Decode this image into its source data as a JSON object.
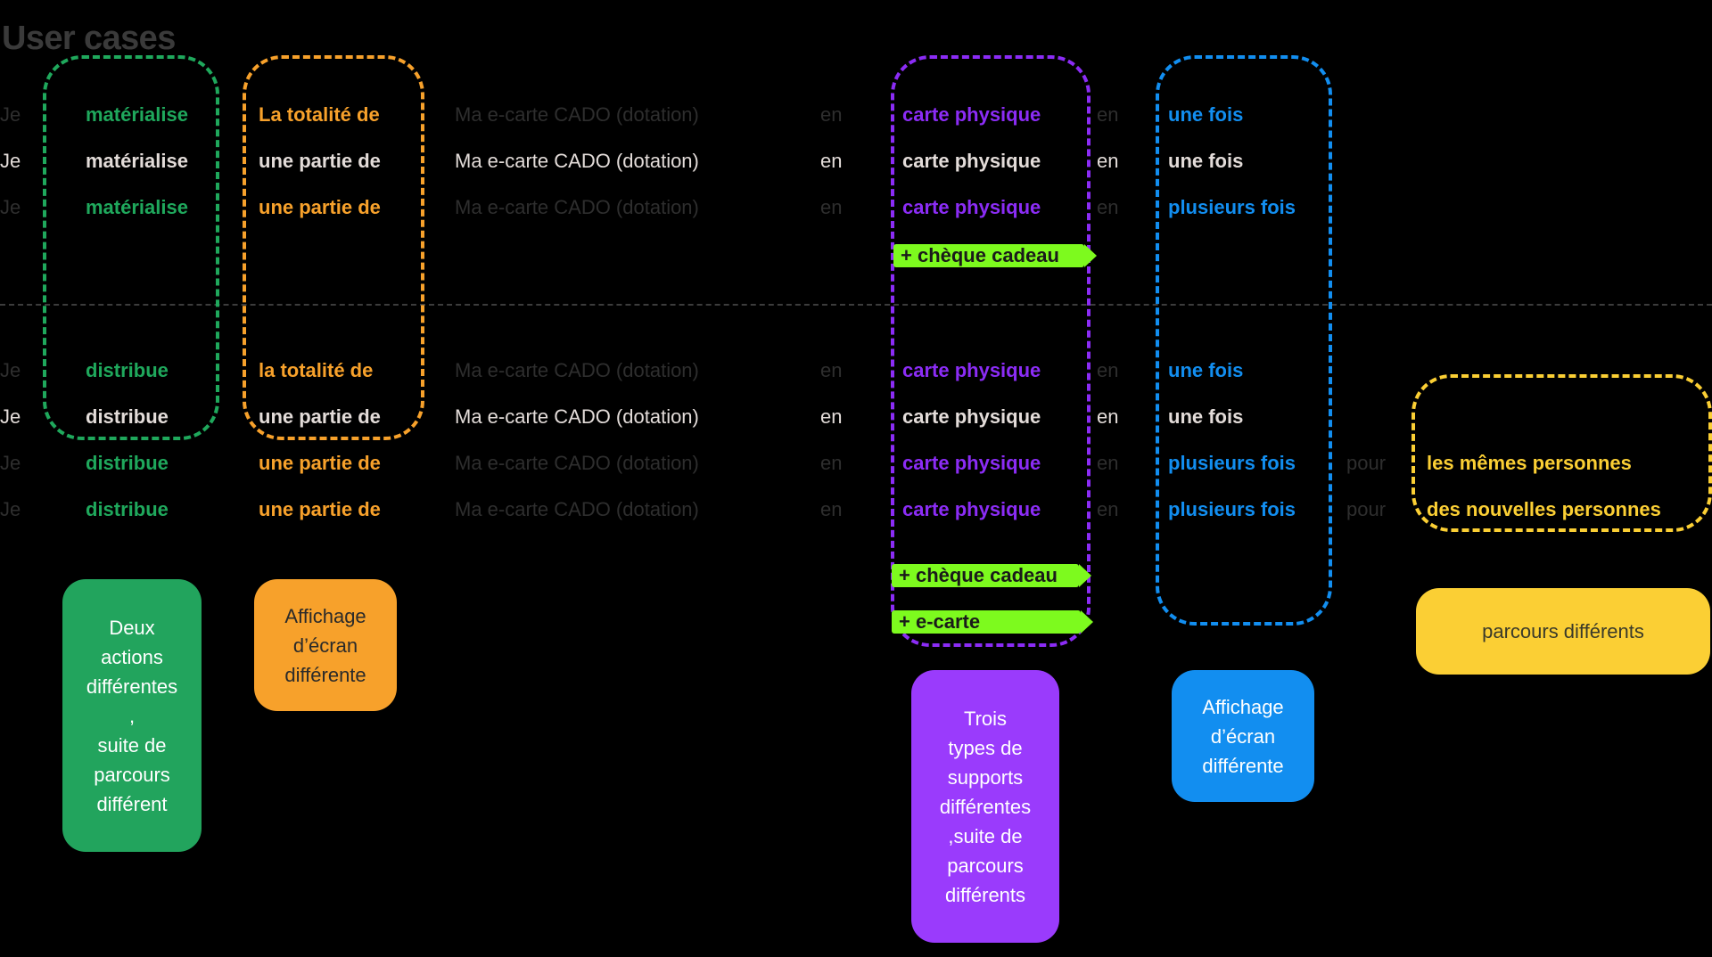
{
  "page": {
    "title": "User cases",
    "background": "#000000"
  },
  "colors": {
    "green": "#1fa85c",
    "orange": "#f7a12b",
    "purple": "#8b2cf5",
    "blue": "#128ef0",
    "yellow": "#fbcf34",
    "marker_green": "#7dfa1e",
    "text_dim": "#2e2e2e",
    "text_active": "#e3dcd9",
    "divider": "#3c3c3c"
  },
  "rows": [
    {
      "id": "row-1",
      "state": "dim",
      "subject": "Je",
      "action": "matérialise",
      "quantity": "La totalité de",
      "object": "Ma e-carte CADO (dotation)",
      "prep1": "en",
      "support": "carte physique",
      "prep2": "en",
      "frequency": "une fois",
      "prep3": "",
      "audience": ""
    },
    {
      "id": "row-2",
      "state": "active",
      "subject": "Je",
      "action": "matérialise",
      "quantity": "une partie de",
      "object": "Ma e-carte CADO (dotation)",
      "prep1": "en",
      "support": "carte physique",
      "prep2": "en",
      "frequency": "une fois",
      "prep3": "",
      "audience": ""
    },
    {
      "id": "row-3",
      "state": "dim",
      "subject": "Je",
      "action": "matérialise",
      "quantity": "une partie de",
      "object": "Ma e-carte CADO (dotation)",
      "prep1": "en",
      "support": "carte physique",
      "prep2": "en",
      "frequency": "plusieurs fois",
      "prep3": "",
      "audience": ""
    },
    {
      "id": "row-4",
      "state": "dim",
      "subject": "Je",
      "action": "distribue",
      "quantity": "la totalité de",
      "object": "Ma e-carte CADO (dotation)",
      "prep1": "en",
      "support": "carte physique",
      "prep2": "en",
      "frequency": "une fois",
      "prep3": "",
      "audience": ""
    },
    {
      "id": "row-5",
      "state": "active",
      "subject": "Je",
      "action": "distribue",
      "quantity": "une partie de",
      "object": "Ma e-carte CADO (dotation)",
      "prep1": "en",
      "support": "carte physique",
      "prep2": "en",
      "frequency": "une fois",
      "prep3": "",
      "audience": ""
    },
    {
      "id": "row-6",
      "state": "dim",
      "subject": "Je",
      "action": "distribue",
      "quantity": "une partie de",
      "object": "Ma e-carte CADO (dotation)",
      "prep1": "en",
      "support": "carte physique",
      "prep2": "en",
      "frequency": "plusieurs fois",
      "prep3": "pour",
      "audience": "les mêmes personnes"
    },
    {
      "id": "row-7",
      "state": "dim",
      "subject": "Je",
      "action": "distribue",
      "quantity": "une partie de",
      "object": "Ma e-carte CADO (dotation)",
      "prep1": "en",
      "support": "carte physique",
      "prep2": "en",
      "frequency": "plusieurs fois",
      "prep3": "pour",
      "audience": "des nouvelles personnes"
    }
  ],
  "markers": [
    {
      "id": "marker-top-cheque",
      "label": "+ chèque cadeau"
    },
    {
      "id": "marker-bottom-cheque",
      "label": "+ chèque cadeau"
    },
    {
      "id": "marker-bottom-ecarte",
      "label": "+ e-carte"
    }
  ],
  "callouts": [
    {
      "id": "callout-action",
      "color": "green",
      "lines": [
        "Deux",
        "actions",
        "différentes",
        ",",
        "suite de",
        "parcours",
        "différent"
      ]
    },
    {
      "id": "callout-quantity",
      "color": "orange",
      "lines": [
        "Affichage",
        "d’écran",
        "différente"
      ]
    },
    {
      "id": "callout-support",
      "color": "purple",
      "lines": [
        "Trois",
        "types de",
        "supports",
        "différentes",
        ",suite de",
        "parcours",
        "différents"
      ]
    },
    {
      "id": "callout-frequency",
      "color": "blue",
      "lines": [
        "Affichage",
        "d’écran",
        "différente"
      ]
    },
    {
      "id": "callout-audience",
      "color": "yellow",
      "lines": [
        "parcours différents"
      ]
    }
  ]
}
